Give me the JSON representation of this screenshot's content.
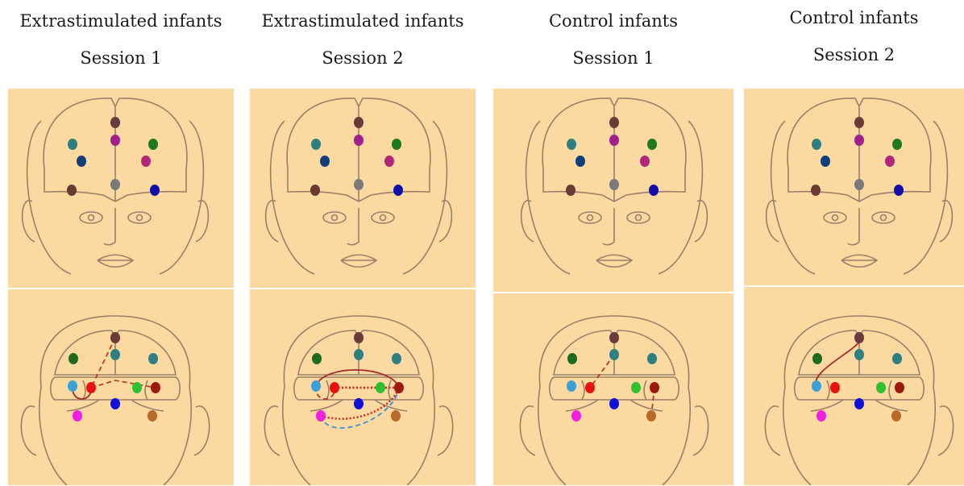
{
  "columns": [
    {
      "title": "Extrastimulated infants",
      "session": "Session 1"
    },
    {
      "title": "Extrastimulated infants",
      "session": "Session 2"
    },
    {
      "title": "Control infants",
      "session": "Session 1"
    },
    {
      "title": "Control infants",
      "session": "Session 2"
    }
  ],
  "colors": {
    "panel_background": "#fcd9a0",
    "head_outline": "#9a8068",
    "connection_solid": "#a52a2a",
    "connection_dashed": "#c0392b",
    "connection_dotted": "#d0201a",
    "connection_blue": "#3a8fd6"
  },
  "front_view_electrodes": [
    {
      "name": "top",
      "color": "#6b3a3a"
    },
    {
      "name": "upper-left",
      "color": "#2f7f80"
    },
    {
      "name": "center-upper",
      "color": "#a0208f"
    },
    {
      "name": "upper-right",
      "color": "#1f7a1f"
    },
    {
      "name": "mid-left",
      "color": "#113f7a"
    },
    {
      "name": "mid-right",
      "color": "#b0277a"
    },
    {
      "name": "lower-left",
      "color": "#6b3a33"
    },
    {
      "name": "center-lower",
      "color": "#7a7a7a"
    },
    {
      "name": "lower-right",
      "color": "#1010a8"
    }
  ],
  "back_view_electrodes": [
    {
      "name": "top",
      "color": "#6b3a3a"
    },
    {
      "name": "upper-left",
      "color": "#1f6b1f"
    },
    {
      "name": "center-upper",
      "color": "#2f7f80"
    },
    {
      "name": "upper-right",
      "color": "#2f7f80"
    },
    {
      "name": "temporal-left-outer",
      "color": "#3aa0d8"
    },
    {
      "name": "temporal-left-inner",
      "color": "#e8120f"
    },
    {
      "name": "temporal-right-inner",
      "color": "#2ec02e"
    },
    {
      "name": "temporal-right-outer",
      "color": "#9a1a10"
    },
    {
      "name": "center-lower",
      "color": "#1010d8"
    },
    {
      "name": "lower-left",
      "color": "#f020e0"
    },
    {
      "name": "lower-right",
      "color": "#b86a2a"
    }
  ],
  "connections": [
    [
      {
        "from": "top",
        "to": "temporal-left-inner",
        "style": "dashed",
        "color": "#c0392b"
      },
      {
        "from": "temporal-left-inner",
        "to": "temporal-right-outer",
        "style": "dashed",
        "color": "#c0392b"
      },
      {
        "from": "temporal-left-outer",
        "to": "temporal-left-inner",
        "style": "solid",
        "color": "#a52a2a"
      }
    ],
    [
      {
        "from": "temporal-left-outer",
        "to": "temporal-right-outer",
        "style": "solid",
        "color": "#a52a2a"
      },
      {
        "from": "temporal-left-inner",
        "to": "temporal-right-outer",
        "style": "dotted",
        "color": "#d0201a"
      },
      {
        "from": "temporal-left-inner",
        "to": "temporal-right-inner",
        "style": "dotted",
        "color": "#d0201a"
      },
      {
        "from": "lower-left",
        "to": "temporal-right-outer",
        "style": "dotted",
        "color": "#d0201a"
      },
      {
        "from": "lower-left",
        "to": "temporal-right-outer",
        "style": "dashed",
        "color": "#3a8fd6"
      },
      {
        "from": "temporal-left-outer",
        "to": "temporal-left-inner",
        "style": "dashed",
        "color": "#c0392b"
      }
    ],
    [
      {
        "from": "center-upper",
        "to": "temporal-left-inner",
        "style": "dashed",
        "color": "#c0392b"
      },
      {
        "from": "temporal-right-outer",
        "to": "lower-right",
        "style": "dashed",
        "color": "#c0392b"
      }
    ],
    [
      {
        "from": "top",
        "to": "temporal-left-outer",
        "style": "solid",
        "color": "#a52a2a"
      }
    ]
  ]
}
